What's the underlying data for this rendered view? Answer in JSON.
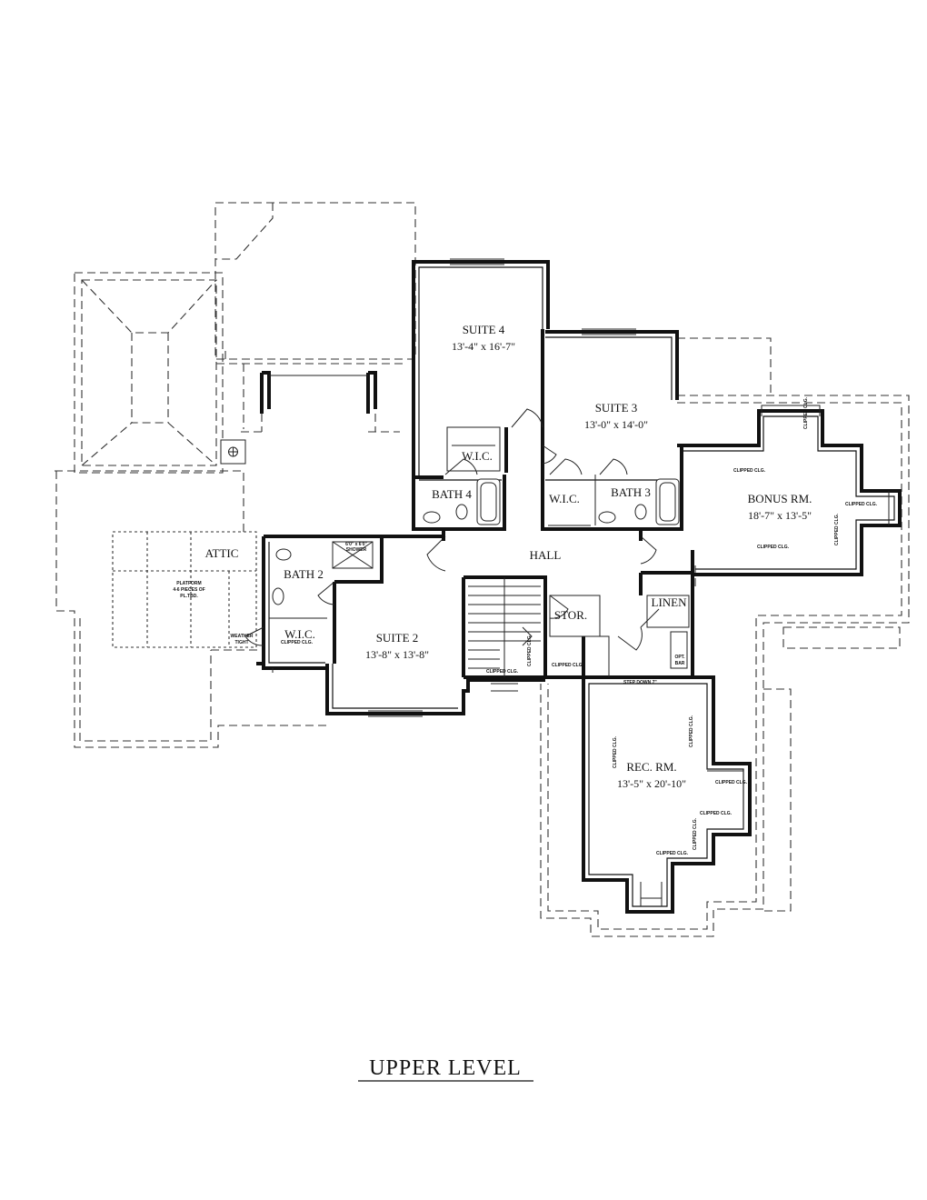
{
  "plan": {
    "title": "UPPER LEVEL",
    "rooms": {
      "suite4": {
        "name": "SUITE 4",
        "dims": "13'-4\" x 16'-7\""
      },
      "suite3": {
        "name": "SUITE 3",
        "dims": "13'-0\" x 14'-0\""
      },
      "suite2": {
        "name": "SUITE 2",
        "dims": "13'-8\" x 13'-8\""
      },
      "bonus": {
        "name": "BONUS RM.",
        "dims": "18'-7\" x 13'-5\""
      },
      "rec": {
        "name": "REC. RM.",
        "dims": "13'-5\" x 20'-10\""
      },
      "hall": "HALL",
      "attic": "ATTIC",
      "stor": "STOR.",
      "linen": "LINEN",
      "bath4": "BATH 4",
      "bath3": "BATH 3",
      "bath2": "BATH 2",
      "wic4": "W.I.C.",
      "wic3": "W.I.C.",
      "wic2": "W.I.C."
    },
    "notes": {
      "clipped": "CLIPPED CLG.",
      "platform_1": "PLATFORM",
      "platform_2": "4-6 PIECES OF",
      "platform_3": "PL.TBD.",
      "weather_1": "WEATHER",
      "weather_2": "TIGHT",
      "shower_1": "6'0\" x 6'0\"",
      "shower_2": "SHOWER",
      "step": "STEP DOWN 7\"",
      "opt_1": "OPT.",
      "opt_2": "BAR"
    }
  }
}
